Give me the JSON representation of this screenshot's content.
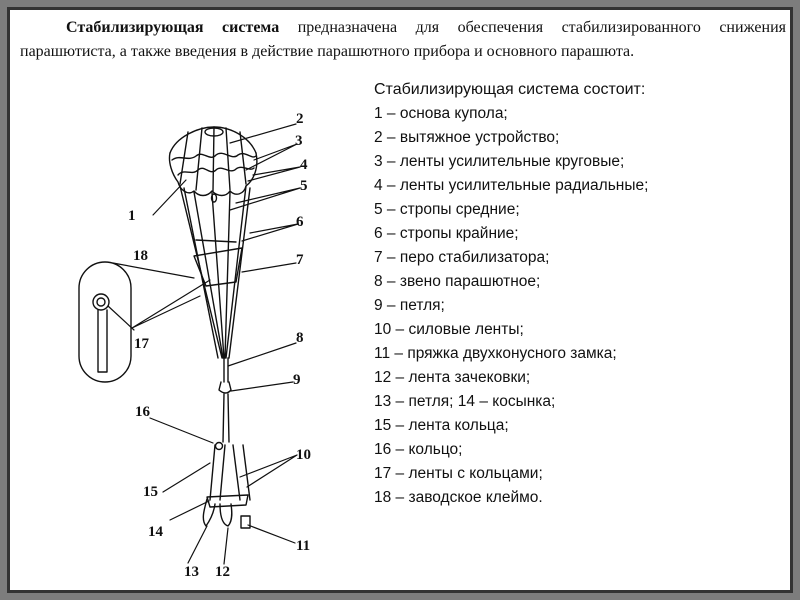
{
  "intro": {
    "lead_bold": "Стабилизирующая система",
    "text": " предназначена для обеспечения стабилизированного снижения парашютиста, а также введения в действие парашютного прибора и основного парашюта."
  },
  "list_title": "Стабилизирующая  система состоит:",
  "components": [
    "1 – основа купола;",
    "2 – вытяжное устройство;",
    "3 – ленты усилительные круговые;",
    "4 – ленты усилительные радиальные;",
    "5 – стропы средние;",
    "6 – стропы крайние;",
    "7 – перо стабилизатора;",
    "8 – звено парашютное;",
    "9 – петля;",
    "10 – силовые ленты;",
    "11 – пряжка двухконусного замка;",
    "12 – лента зачековки;",
    "13 – петля; 14 – косынка;",
    "15 – лента кольца;",
    "16 – кольцо;",
    "17 – ленты с кольцами;",
    "18 – заводское клеймо."
  ],
  "callouts": [
    "1",
    "2",
    "3",
    "4",
    "5",
    "6",
    "7",
    "8",
    "9",
    "10",
    "11",
    "12",
    "13",
    "14",
    "15",
    "16",
    "17",
    "18"
  ]
}
